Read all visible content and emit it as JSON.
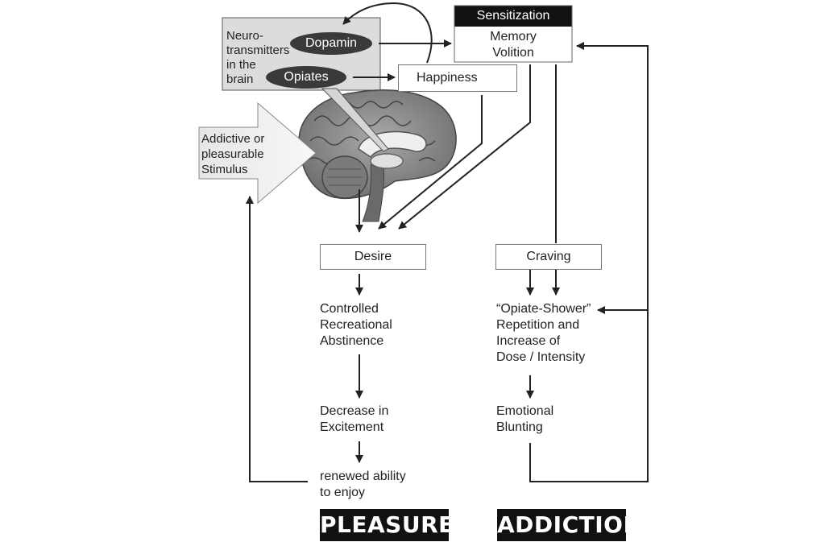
{
  "neuro_panel": {
    "label_line1": "Neuro-",
    "label_line2": "transmitters",
    "label_line3": "in the",
    "label_line4": "brain",
    "dopamin": "Dopamin",
    "opiates": "Opiates"
  },
  "sensitization": {
    "title": "Sensitization",
    "line1": "Memory",
    "line2": "Volition"
  },
  "happiness": "Happiness",
  "stimulus": {
    "line1": "Addictive or",
    "line2": "pleasurable",
    "line3": "Stimulus"
  },
  "pleasure_path": {
    "desire": "Desire",
    "step1_line1": "Controlled",
    "step1_line2": "Recreational",
    "step1_line3": "Abstinence",
    "step2_line1": "Decrease in",
    "step2_line2": "Excitement",
    "step3_line1": "renewed ability",
    "step3_line2": "to enjoy",
    "badge": "PLEASURE"
  },
  "addiction_path": {
    "craving": "Craving",
    "step1_line1": "“Opiate-Shower”",
    "step1_line2": "Repetition and",
    "step1_line3": "Increase of",
    "step1_line4": "Dose / Intensity",
    "step2_line1": "Emotional",
    "step2_line2": "Blunting",
    "badge": "ADDICTION"
  },
  "colors": {
    "dark": "#111111",
    "panel": "#dcdcdc",
    "pill": "#3a3a3a",
    "brain": "#8a8a8a",
    "arrow": "#222222"
  }
}
